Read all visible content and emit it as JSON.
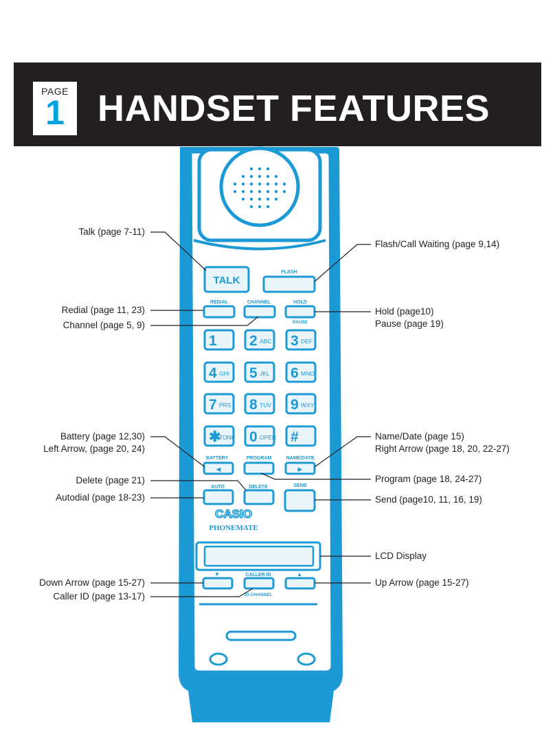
{
  "header": {
    "page_label": "PAGE",
    "page_number": "1",
    "title": "HANDSET FEATURES"
  },
  "colors": {
    "phone_blue": "#1c9ad6",
    "banner": "#231f20",
    "key_fill": "#e9f5fb"
  },
  "callouts": {
    "talk": "Talk (page 7-11)",
    "redial": "Redial (page 11, 23)",
    "channel": "Channel (page 5, 9)",
    "battery_1": "Battery (page 12,30)",
    "battery_2": "Left Arrow, (page 20, 24)",
    "delete": "Delete (page 21)",
    "autodial": "Autodial (page 18-23)",
    "down": "Down Arrow (page 15-27)",
    "caller_id": "Caller ID (page 13-17)",
    "flash": "Flash/Call Waiting (page 9,14)",
    "hold_1": "Hold (page10)",
    "hold_2": "Pause (page 19)",
    "name_1": "Name/Date (page 15)",
    "name_2": "Right Arrow (page 18, 20, 22-27)",
    "program": "Program (page 18, 24-27)",
    "send": "Send (page10, 11, 16, 19)",
    "lcd": "LCD Display",
    "up": "Up Arrow (page 15-27)"
  },
  "handset": {
    "talk": "TALK",
    "flash": "FLASH",
    "redial": "REDIAL",
    "channel": "CHANNEL",
    "hold": "HOLD",
    "pause": "PAUSE",
    "keys": [
      {
        "d": "1",
        "l": ""
      },
      {
        "d": "2",
        "l": "ABC"
      },
      {
        "d": "3",
        "l": "DEF"
      },
      {
        "d": "4",
        "l": "GHI"
      },
      {
        "d": "5",
        "l": "JKL"
      },
      {
        "d": "6",
        "l": "MNO"
      },
      {
        "d": "7",
        "l": "PRS"
      },
      {
        "d": "8",
        "l": "TUV"
      },
      {
        "d": "9",
        "l": "WXY"
      },
      {
        "d": "✱",
        "l": "TONE"
      },
      {
        "d": "0",
        "l": "OPER"
      },
      {
        "d": "#",
        "l": ""
      }
    ],
    "battery": "BATTERY",
    "program": "PROGRAM",
    "name_date": "NAME/DATE",
    "auto": "AUTO",
    "delete": "DELETE",
    "send": "SEND",
    "brand": "CASIO",
    "brand_sub": "PHONEMATE",
    "caller_id": "CALLER ID",
    "channel_count": "25 CHANNEL",
    "left_arrow": "◄",
    "right_arrow": "►",
    "down_arrow": "▼",
    "up_arrow": "▲"
  }
}
